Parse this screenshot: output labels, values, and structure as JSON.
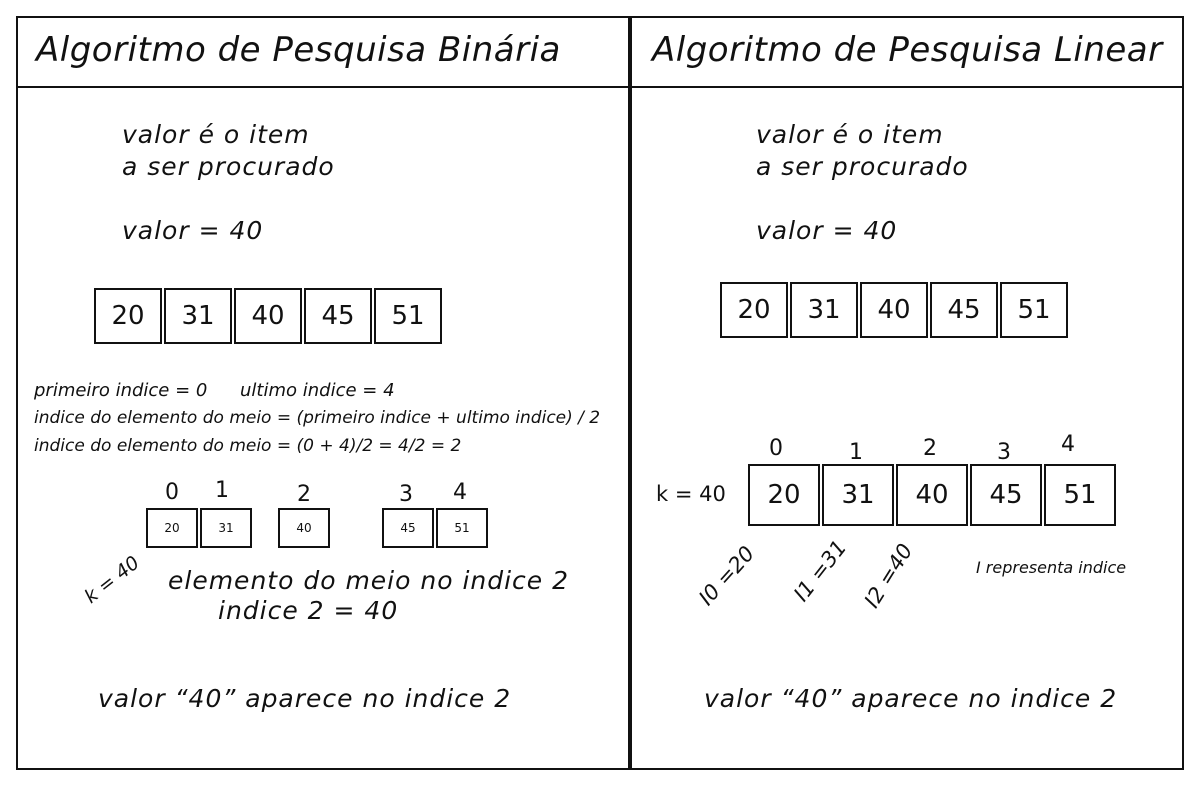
{
  "binary": {
    "title": "Algoritmo de Pesquisa Binária",
    "intro_line1": "valor é o item",
    "intro_line2": "a ser procurado",
    "valor": "valor = 40",
    "array": [
      "20",
      "31",
      "40",
      "45",
      "51"
    ],
    "first_index": "primeiro indice = 0",
    "last_index": "ultimo indice = 4",
    "formula": "indice do elemento do meio = (primeiro indice + ultimo indice) / 2",
    "computation": "indice do elemento do meio = (0 + 4)/2 = 4/2 = 2",
    "split_indices": [
      "0",
      "1",
      "2",
      "3",
      "4"
    ],
    "split_values": [
      "20",
      "31",
      "40",
      "45",
      "51"
    ],
    "k_label": "k = 40",
    "middle_text": "elemento do meio no indice 2",
    "index_value": "indice 2 = 40",
    "conclusion": "valor “40” aparece no indice 2"
  },
  "linear": {
    "title": "Algoritmo de Pesquisa Linear",
    "intro_line1": "valor é o item",
    "intro_line2": "a ser procurado",
    "valor": "valor = 40",
    "array": [
      "20",
      "31",
      "40",
      "45",
      "51"
    ],
    "indices": [
      "0",
      "1",
      "2",
      "3",
      "4"
    ],
    "k_label": "k = 40",
    "indexed_array": [
      "20",
      "31",
      "40",
      "45",
      "51"
    ],
    "steps": [
      "I0 =20",
      "I1 =31",
      "I2 =40"
    ],
    "legend": "I representa indice",
    "conclusion": "valor “40” aparece no indice 2"
  }
}
